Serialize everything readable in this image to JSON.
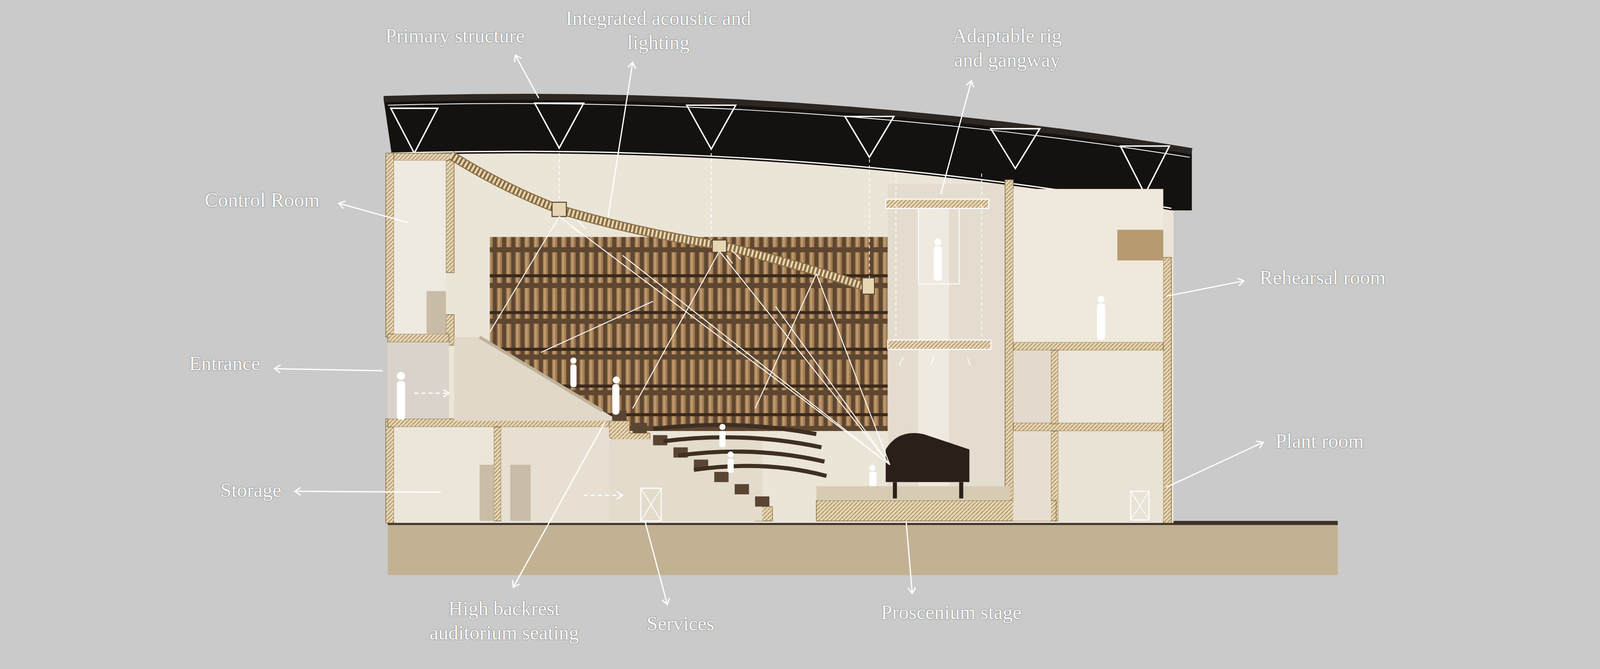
{
  "diagram": {
    "labels": [
      "Primary structure",
      "Integrated acoustic and lighting",
      "Adaptable rig and gangway",
      "Control Room",
      "Rehearsal room",
      "Entrance",
      "Plant room",
      "Storage",
      "High backrest auditorium seating",
      "Services",
      "Proscenium stage"
    ]
  }
}
